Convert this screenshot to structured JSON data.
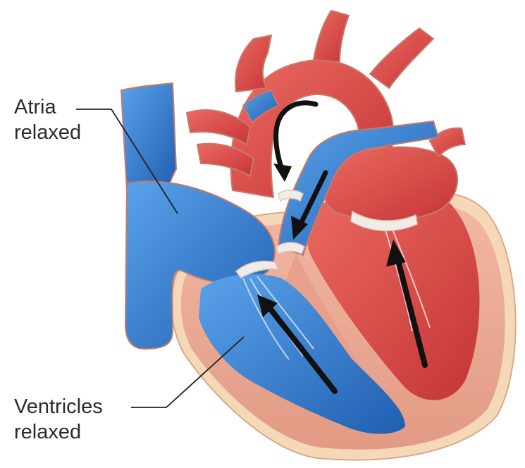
{
  "labels": {
    "atria": {
      "line1": "Atria",
      "line2": "relaxed"
    },
    "ventricles": {
      "line1": "Ventricles",
      "line2": "relaxed"
    }
  },
  "colors": {
    "background": "#ffffff",
    "frame": "#2a2d3a",
    "oxygen_poor": "#3b82d6",
    "oxygen_poor_dark": "#1f5fb0",
    "oxygen_rich": "#e24848",
    "oxygen_rich_dark": "#b82b2e",
    "myocardium": "#e8a08c",
    "pericardium": "#f5d8b8",
    "valve": "#f3ece6",
    "arrow": "#111111"
  }
}
